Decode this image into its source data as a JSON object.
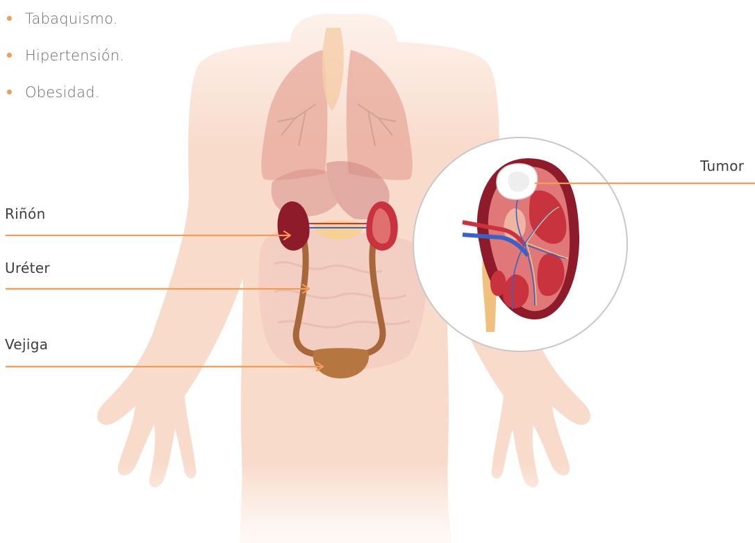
{
  "risk_factors": {
    "items": [
      "Tabaquismo.",
      "Hipertensión.",
      "Obesidad."
    ]
  },
  "labels": {
    "kidney": "Riñón",
    "ureter": "Uréter",
    "bladder": "Vejiga",
    "tumor": "Tumor"
  },
  "colors": {
    "accent": "#f39b57",
    "body": "#f8dccd",
    "kidney": "#8e1b2a",
    "ureter": "#a8673a",
    "zoom_border": "#c8c8c8"
  }
}
